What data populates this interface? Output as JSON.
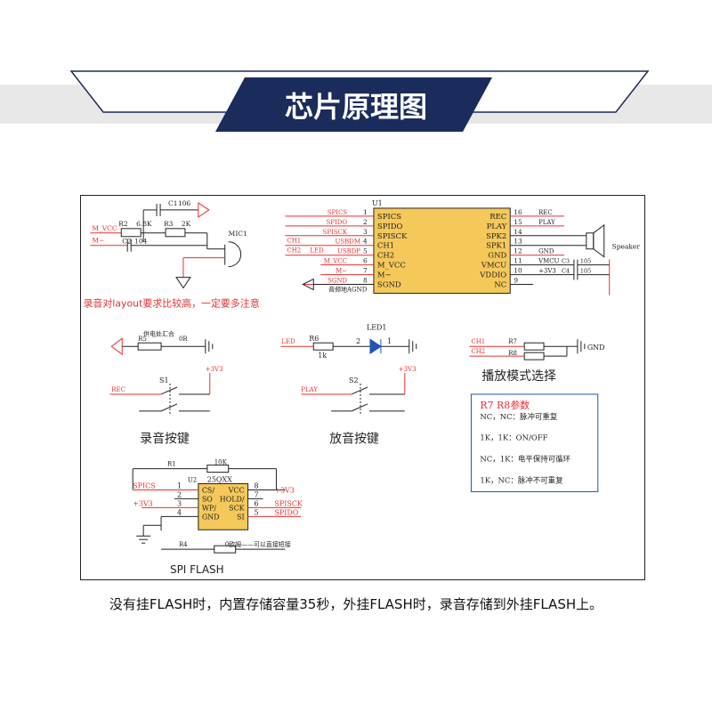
{
  "header": {
    "title": "芯片原理图"
  },
  "caption": "没有挂FLASH时，内置存储容量35秒，外挂FLASH时，录音存储到外挂FLASH上。",
  "mic_circuit": {
    "c1": "C1",
    "c1_val": "106",
    "r2": "R2",
    "r2_val": "6.8K",
    "r3": "R3",
    "r3_val": "2K",
    "c2": "C2",
    "c2_val": "104",
    "net_mvcc": "M_VCC",
    "net_mminus": "M−",
    "mic": "MIC1",
    "note": "录音对layout要求比较高，一定要多注意"
  },
  "chip": {
    "ref": "U1",
    "left_pins": [
      {
        "num": "1",
        "name": "SPICS",
        "net": "SPICS"
      },
      {
        "num": "2",
        "name": "SPIDO",
        "net": "SPIDO"
      },
      {
        "num": "3",
        "name": "SPISCK",
        "net": "SPISCK"
      },
      {
        "num": "4",
        "name": "CH1",
        "net": "USBDM"
      },
      {
        "num": "5",
        "name": "CH2",
        "net": "USBDP"
      },
      {
        "num": "6",
        "name": "M_VCC",
        "net": "M_VCC"
      },
      {
        "num": "7",
        "name": "M−",
        "net": "M−"
      },
      {
        "num": "8",
        "name": "SGND",
        "net": "SGND"
      }
    ],
    "right_pins": [
      {
        "num": "16",
        "name": "REC",
        "net": "REC"
      },
      {
        "num": "15",
        "name": "PLAY",
        "net": "PLAY"
      },
      {
        "num": "14",
        "name": "SPK2",
        "net": ""
      },
      {
        "num": "13",
        "name": "SPK1",
        "net": ""
      },
      {
        "num": "12",
        "name": "GND",
        "net": "GND"
      },
      {
        "num": "11",
        "name": "VMCU",
        "net": "VMCU"
      },
      {
        "num": "10",
        "name": "VDDIO",
        "net": "+3V3"
      },
      {
        "num": "9",
        "name": "NC",
        "net": ""
      }
    ],
    "left_extra": {
      "ch1": "CH1",
      "ch2": "CH2",
      "led": "LED"
    },
    "agnd_note": "音频地AGND",
    "speaker": "Speaker",
    "c3": "C3",
    "c3_val": "105",
    "c4": "C4",
    "c4_val": "105"
  },
  "power": {
    "note": "供电处汇合",
    "r5": "R5",
    "r5_val": "0R"
  },
  "led": {
    "net": "LED",
    "r6": "R6",
    "r6_val": "1k",
    "pin2": "2",
    "pin1": "1",
    "ref": "LED1"
  },
  "mode_sel": {
    "ch1": "CH1",
    "ch2": "CH2",
    "r7": "R7",
    "r8": "R8",
    "gnd": "GND",
    "label": "播放模式选择"
  },
  "switches": {
    "s1": "S1",
    "s2": "S2",
    "rec": "REC",
    "play": "PLAY",
    "v33a": "+3V3",
    "v33b": "+3V3",
    "rec_label": "录音按键",
    "play_label": "放音按键"
  },
  "param_box": {
    "title": "R7  R8参数",
    "rows": [
      "NC，NC：脉冲可重复",
      "1K，1K：ON/OFF",
      "NC，1K：电平保持可循环",
      "1K，NC：脉冲不可重复"
    ]
  },
  "flash": {
    "r1": "R1",
    "r1_val": "10K",
    "u2": "U2",
    "chip": "25QXX",
    "left_pins": [
      {
        "num": "1",
        "name": "CS/",
        "net": "SPICS"
      },
      {
        "num": "2",
        "name": "SO",
        "net": ""
      },
      {
        "num": "3",
        "name": "WP/",
        "net": "+3V3"
      },
      {
        "num": "4",
        "name": "GND",
        "net": ""
      }
    ],
    "right_pins": [
      {
        "num": "8",
        "name": "VCC",
        "net": "+3V3"
      },
      {
        "num": "7",
        "name": "HOLD/",
        "net": ""
      },
      {
        "num": "6",
        "name": "SCK",
        "net": "SPISCK"
      },
      {
        "num": "5",
        "name": "SI",
        "net": "SPIDO"
      }
    ],
    "r4": "R4",
    "r4_note": "0欧姆——可以直接短接",
    "label": "SPI FLASH"
  }
}
